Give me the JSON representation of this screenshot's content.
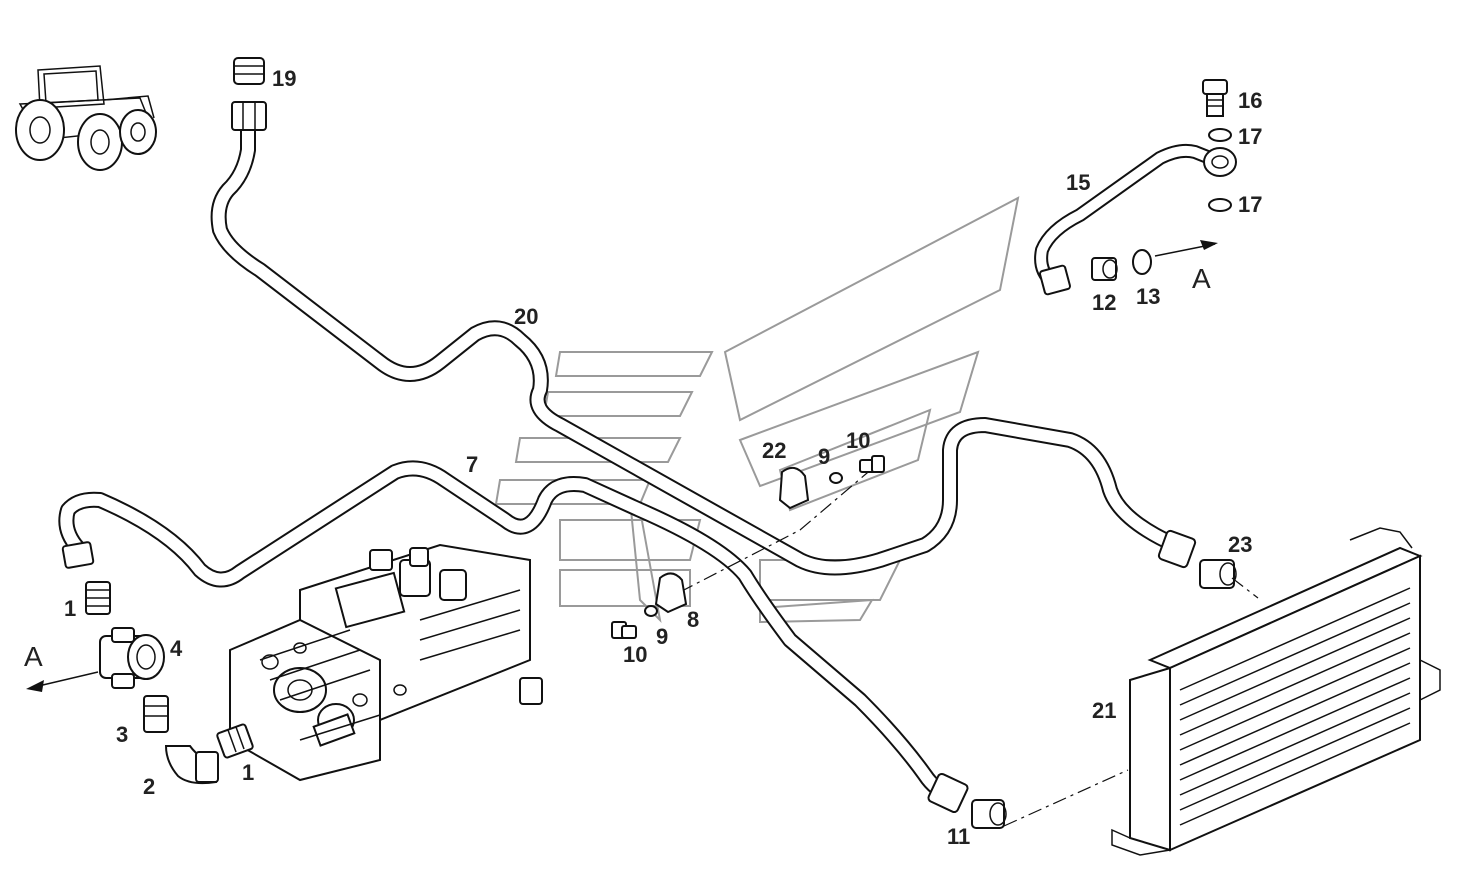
{
  "callouts": [
    {
      "id": "c1a",
      "text": "1"
    },
    {
      "id": "c1b",
      "text": "1"
    },
    {
      "id": "c2",
      "text": "2"
    },
    {
      "id": "c3",
      "text": "3"
    },
    {
      "id": "c4",
      "text": "4"
    },
    {
      "id": "c7",
      "text": "7"
    },
    {
      "id": "c8",
      "text": "8"
    },
    {
      "id": "c9a",
      "text": "9"
    },
    {
      "id": "c9b",
      "text": "9"
    },
    {
      "id": "c10a",
      "text": "10"
    },
    {
      "id": "c10b",
      "text": "10"
    },
    {
      "id": "c11",
      "text": "11"
    },
    {
      "id": "c12",
      "text": "12"
    },
    {
      "id": "c13",
      "text": "13"
    },
    {
      "id": "c15",
      "text": "15"
    },
    {
      "id": "c16",
      "text": "16"
    },
    {
      "id": "c17a",
      "text": "17"
    },
    {
      "id": "c17b",
      "text": "17"
    },
    {
      "id": "c19",
      "text": "19"
    },
    {
      "id": "c20",
      "text": "20"
    },
    {
      "id": "c21",
      "text": "21"
    },
    {
      "id": "c22",
      "text": "22"
    },
    {
      "id": "c23",
      "text": "23"
    }
  ],
  "view_markers": [
    {
      "id": "a-left",
      "text": "A"
    },
    {
      "id": "a-right",
      "text": "A"
    }
  ],
  "icons": [
    "tractor-icon",
    "brand-watermark-logo"
  ],
  "colors": {
    "line": "#111111",
    "watermark": "#9a9a9a",
    "background": "#ffffff"
  }
}
